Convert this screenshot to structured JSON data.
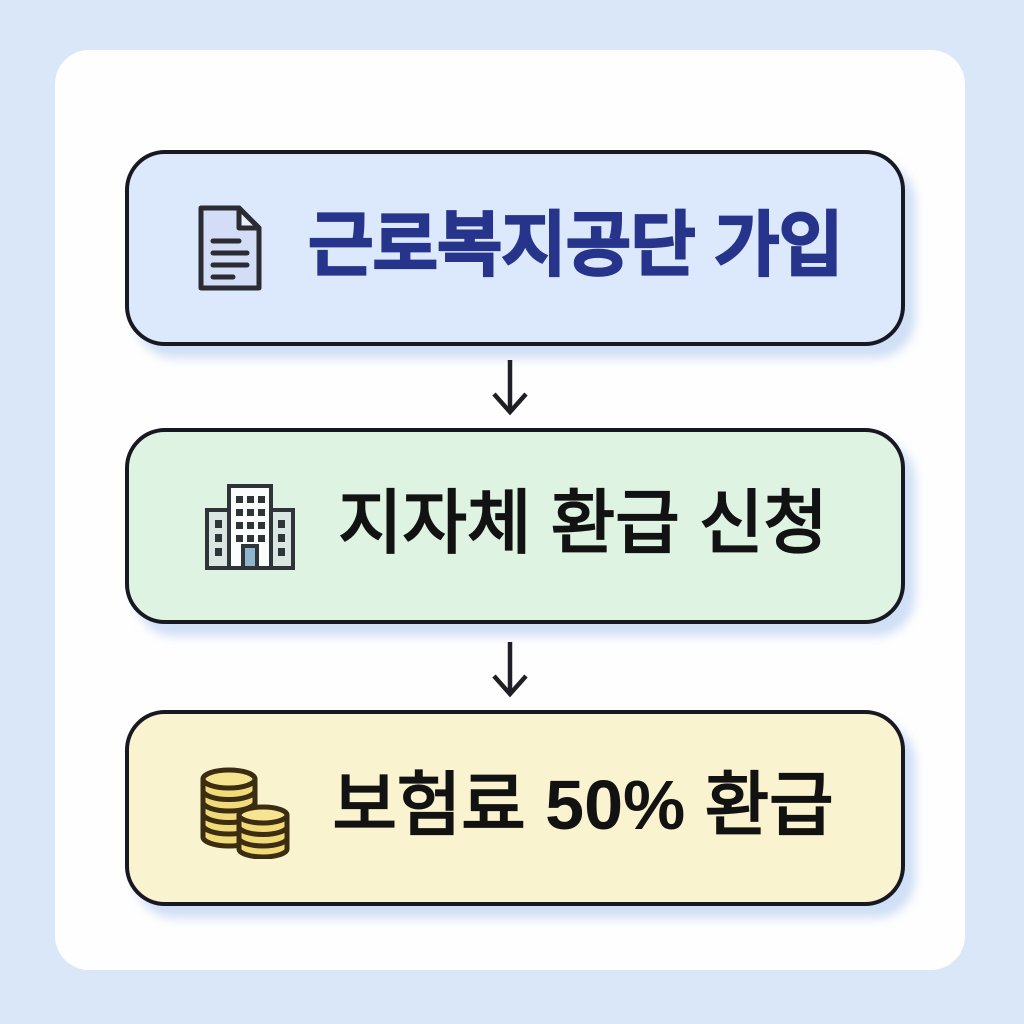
{
  "page": {
    "background_color": "#d9e7f8",
    "card_color": "#fefefe",
    "border_color": "#181822",
    "arrow_glyph": "↓"
  },
  "flow": {
    "steps": [
      {
        "label": "근로복지공단 가입",
        "icon": "document-icon",
        "background": "#dce9fc",
        "text_color": "#27348b"
      },
      {
        "label": "지자체 환급 신청",
        "icon": "building-icon",
        "background": "#def3e2",
        "text_color": "#121212"
      },
      {
        "label": "보험료 50% 환급",
        "icon": "coins-icon",
        "background": "#faf3cf",
        "text_color": "#121212"
      }
    ]
  }
}
